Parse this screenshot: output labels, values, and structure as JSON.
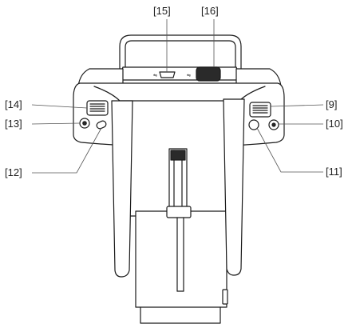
{
  "diagram": {
    "callouts": {
      "c15": "[15]",
      "c16": "[16]",
      "c14": "[14]",
      "c13": "[13]",
      "c12": "[12]",
      "c9": "[9]",
      "c10": "[10]",
      "c11": "[11]"
    },
    "colors": {
      "line": "#1a1a1a",
      "fill": "#ffffff",
      "dark": "#2a2a2a",
      "leader": "#555555"
    }
  }
}
